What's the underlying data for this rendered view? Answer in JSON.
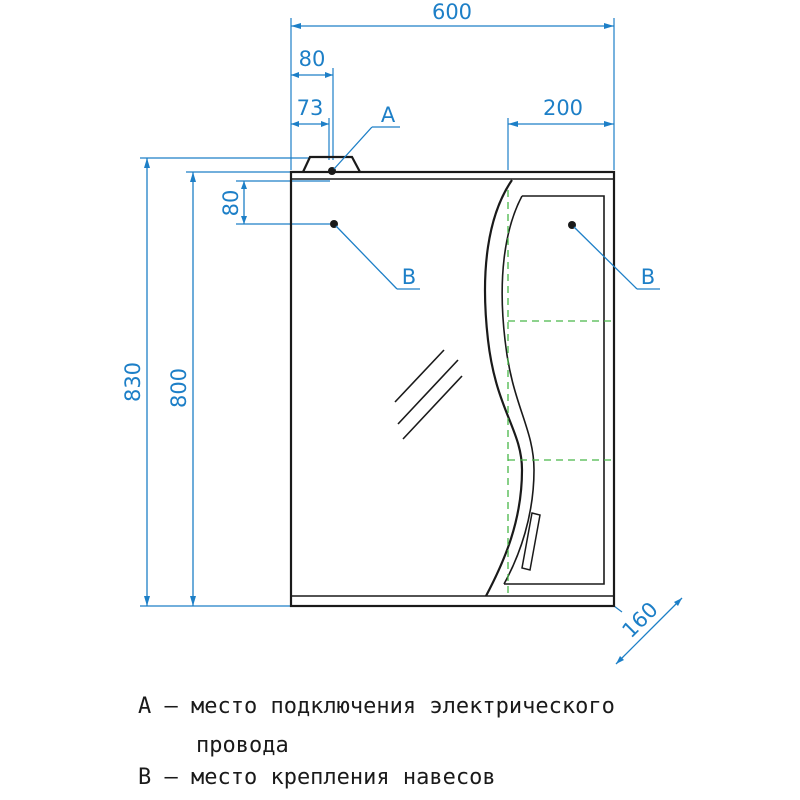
{
  "dimensions": {
    "total_width": "600",
    "offset_a_outer": "80",
    "offset_a_inner": "73",
    "door_width": "200",
    "vertical_a_b": "80",
    "total_height": "830",
    "body_height": "800",
    "depth": "160"
  },
  "markers": {
    "a": "A",
    "b_left": "B",
    "b_right": "B"
  },
  "legend": {
    "line1": "А – место подключения электрического",
    "line2": "провода",
    "line3": "В – место крепления навесов"
  },
  "colors": {
    "dimension": "#1d7fc7",
    "outline": "#1a1a1a",
    "shelf": "#49b649"
  }
}
